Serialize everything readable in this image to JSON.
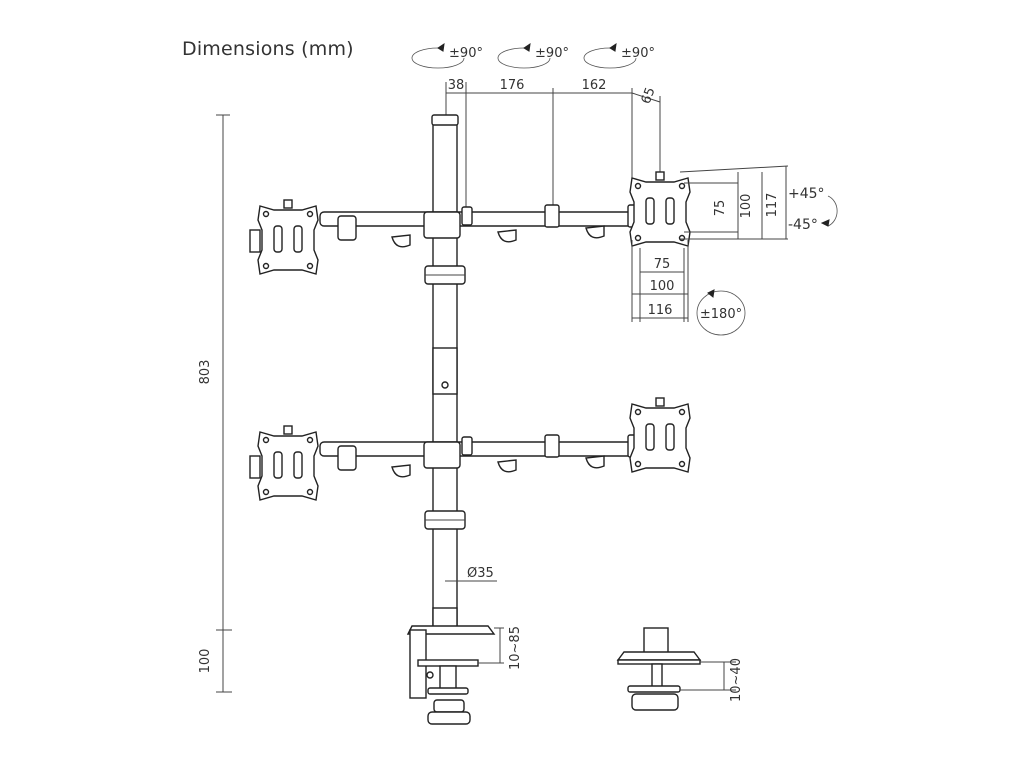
{
  "title": "Dimensions (mm)",
  "rotation_labels": [
    "±90°",
    "±90°",
    "±90°"
  ],
  "arm_dims": [
    "38",
    "176",
    "162",
    "65"
  ],
  "plate_dims": {
    "v75": "75",
    "v100": "100",
    "v117": "117",
    "h75": "75",
    "h100": "100",
    "h116": "116"
  },
  "tilt": {
    "up": "+45°",
    "down": "-45°"
  },
  "rotate": "±180°",
  "heights": {
    "pole": "803",
    "base": "100"
  },
  "pole_diameter": "Ø35",
  "clamp_range": "10~85",
  "grommet_range": "10~40"
}
